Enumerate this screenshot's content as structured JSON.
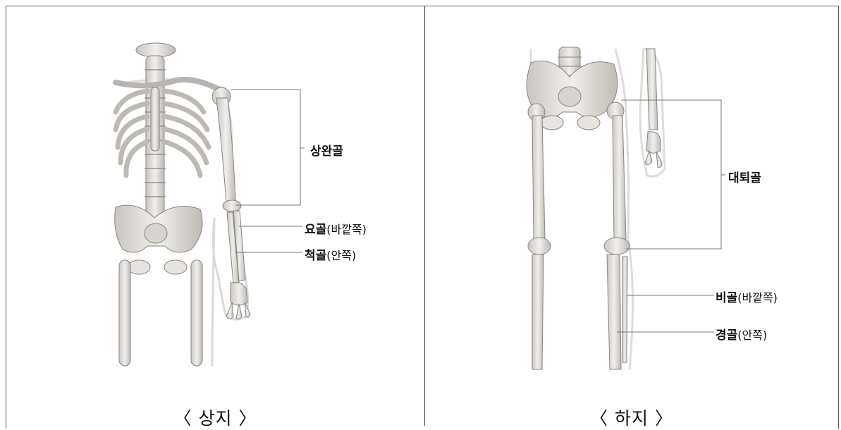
{
  "panels": {
    "upper": {
      "caption": "〈 상지 〉",
      "labels": {
        "humerus": {
          "main": "상완골",
          "sub": ""
        },
        "radius": {
          "main": "요골",
          "sub": "(바깥쪽)"
        },
        "ulna": {
          "main": "척골",
          "sub": "(안쪽)"
        }
      }
    },
    "lower": {
      "caption": "〈 하지 〉",
      "labels": {
        "femur": {
          "main": "대퇴골",
          "sub": ""
        },
        "fibula": {
          "main": "비골",
          "sub": "(바깥쪽)"
        },
        "tibia": {
          "main": "경골",
          "sub": "(안쪽)"
        }
      }
    }
  }
}
